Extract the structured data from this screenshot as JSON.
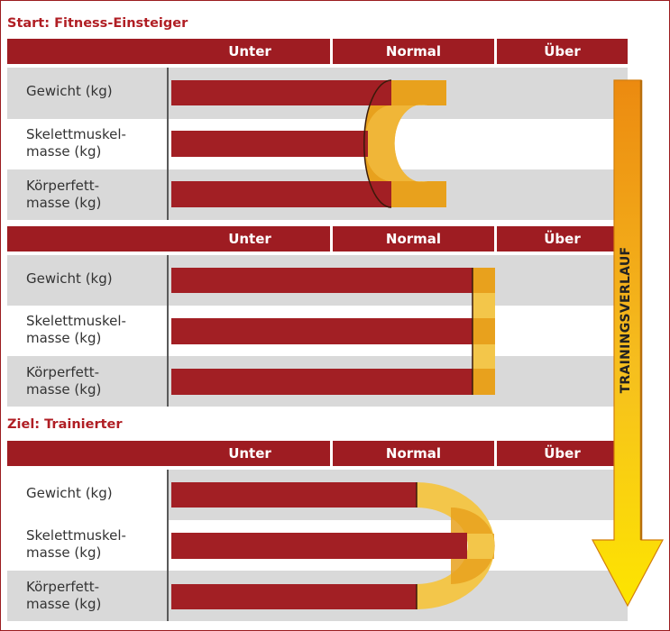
{
  "start_title": "Start: Fitness-Einsteiger",
  "goal_title": "Ziel: Trainierter",
  "columns": [
    "Unter",
    "Normal",
    "Über"
  ],
  "metrics": [
    "Gewicht (kg)",
    "Skelettmuskel-\nmasse (kg)",
    "Körperfett-\nmasse (kg)"
  ],
  "arrow_label": "TRAININGSVERLAUF",
  "colors": {
    "accent_red": "#9e1c22",
    "title_red": "#b01e24",
    "bar_red": "#a21f24",
    "orange": "#e8a11d",
    "gold": "#f3c64a",
    "arrow_top": "#ec8a10",
    "arrow_bottom": "#fde500",
    "row_gray": "#d9d9d9"
  }
}
